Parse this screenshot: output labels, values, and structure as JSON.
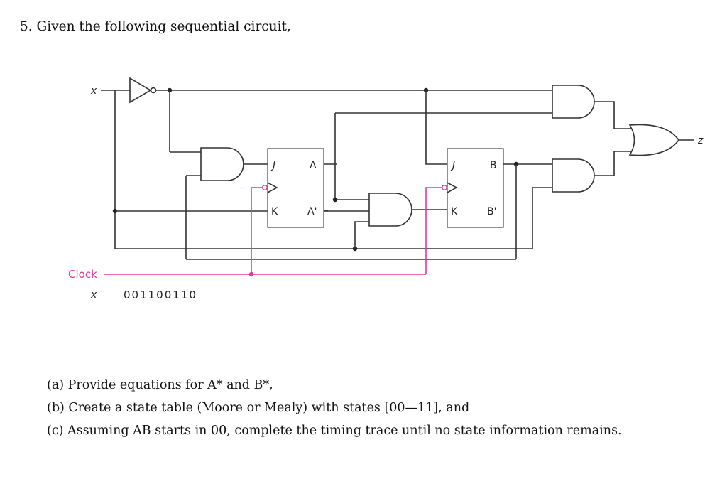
{
  "question": {
    "title": "5. Given the following sequential circuit,",
    "parts": [
      "(a) Provide equations for A* and B*,",
      "(b) Create a state table (Moore or Mealy) with states [00—11], and",
      "(c) Assuming AB starts in 00, complete the timing trace until no state information remains."
    ]
  },
  "diagram": {
    "input_label": "x",
    "output_label": "z",
    "clock_label": "Clock",
    "sequence_label": "x",
    "sequence": "001100110",
    "ff_a": {
      "j": "J",
      "k": "K",
      "q": "A",
      "qn": "A'"
    },
    "ff_b": {
      "j": "J",
      "k": "K",
      "q": "B",
      "qn": "B'"
    },
    "colors": {
      "clock": "#e0399b",
      "wire": "#333333"
    }
  }
}
